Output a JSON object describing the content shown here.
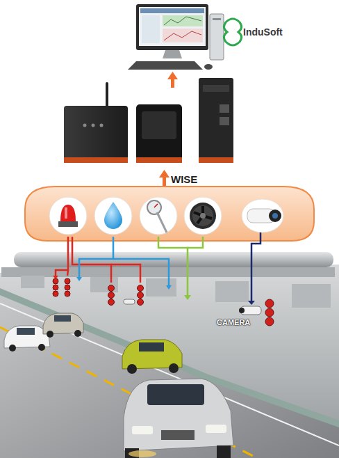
{
  "diagram": {
    "labels": [
      "InduSoft",
      "WISE",
      "CAMERA"
    ]
  }
}
